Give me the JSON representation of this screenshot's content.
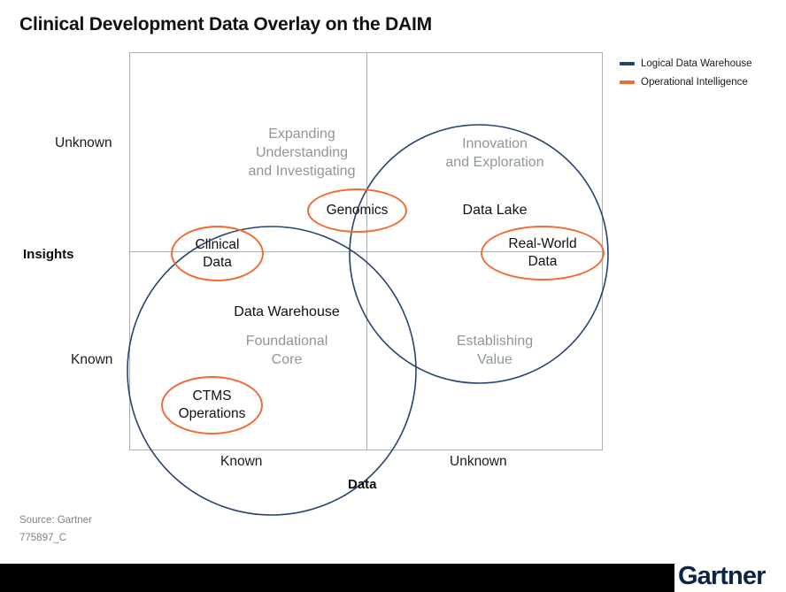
{
  "title": "Clinical Development Data Overlay on the DAIM",
  "legend": {
    "items": [
      {
        "label": "Logical Data Warehouse",
        "color": "#26436e",
        "icon": "line-swatch-icon"
      },
      {
        "label": "Operational Intelligence",
        "color": "#ef6c35",
        "icon": "line-swatch-icon"
      }
    ]
  },
  "axes": {
    "y": {
      "title": "Insights",
      "top_label": "Unknown",
      "bottom_label": "Known"
    },
    "x": {
      "title": "Data",
      "left_label": "Known",
      "right_label": "Unknown"
    }
  },
  "quadrants": {
    "top_left": {
      "muted": "Expanding\nUnderstanding\nand Investigating"
    },
    "top_right": {
      "muted": "Innovation\nand Exploration",
      "strong": "Data Lake"
    },
    "bottom_left": {
      "strong": "Data Warehouse",
      "muted": "Foundational\nCore"
    },
    "bottom_right": {
      "muted": "Establishing\nValue"
    }
  },
  "highlights": [
    {
      "label": "Genomics"
    },
    {
      "label": "Clinical\nData"
    },
    {
      "label": "Real-World\nData"
    },
    {
      "label": "CTMS\nOperations"
    }
  ],
  "footer": {
    "source": "Source: Gartner",
    "code": "775897_C",
    "logo": "Gartner"
  },
  "chart_data": {
    "type": "scatter",
    "title": "Clinical Development Data Overlay on the DAIM",
    "xlabel": "Data",
    "ylabel": "Insights",
    "xticks": [
      "Known",
      "Unknown"
    ],
    "yticks": [
      "Known",
      "Unknown"
    ],
    "grid": true,
    "legend_position": "top-right",
    "quadrant_labels": [
      {
        "quadrant": "top-left",
        "text": "Expanding Understanding and Investigating",
        "style": "muted"
      },
      {
        "quadrant": "top-right",
        "text": "Innovation and Exploration",
        "style": "muted"
      },
      {
        "quadrant": "top-right",
        "text": "Data Lake",
        "style": "strong"
      },
      {
        "quadrant": "bottom-left",
        "text": "Data Warehouse",
        "style": "strong"
      },
      {
        "quadrant": "bottom-left",
        "text": "Foundational Core",
        "style": "muted"
      },
      {
        "quadrant": "bottom-right",
        "text": "Establishing Value",
        "style": "muted"
      }
    ],
    "series": [
      {
        "name": "Logical Data Warehouse",
        "color": "#26436e",
        "type": "circle-outline",
        "shapes": [
          {
            "cx": 0.3,
            "cy": 0.33,
            "r": 0.3,
            "spans": "bottom-left quadrant into top-left"
          },
          {
            "cx": 0.74,
            "cy": 0.72,
            "r": 0.27,
            "spans": "top-right quadrant"
          }
        ]
      },
      {
        "name": "Operational Intelligence",
        "color": "#ef6c35",
        "type": "ellipse-outline",
        "points": [
          {
            "label": "Genomics",
            "x": 0.46,
            "y": 0.62
          },
          {
            "label": "Clinical Data",
            "x": 0.17,
            "y": 0.5
          },
          {
            "label": "Real-World Data",
            "x": 0.82,
            "y": 0.5
          },
          {
            "label": "CTMS Operations",
            "x": 0.14,
            "y": 0.13
          }
        ]
      }
    ]
  }
}
